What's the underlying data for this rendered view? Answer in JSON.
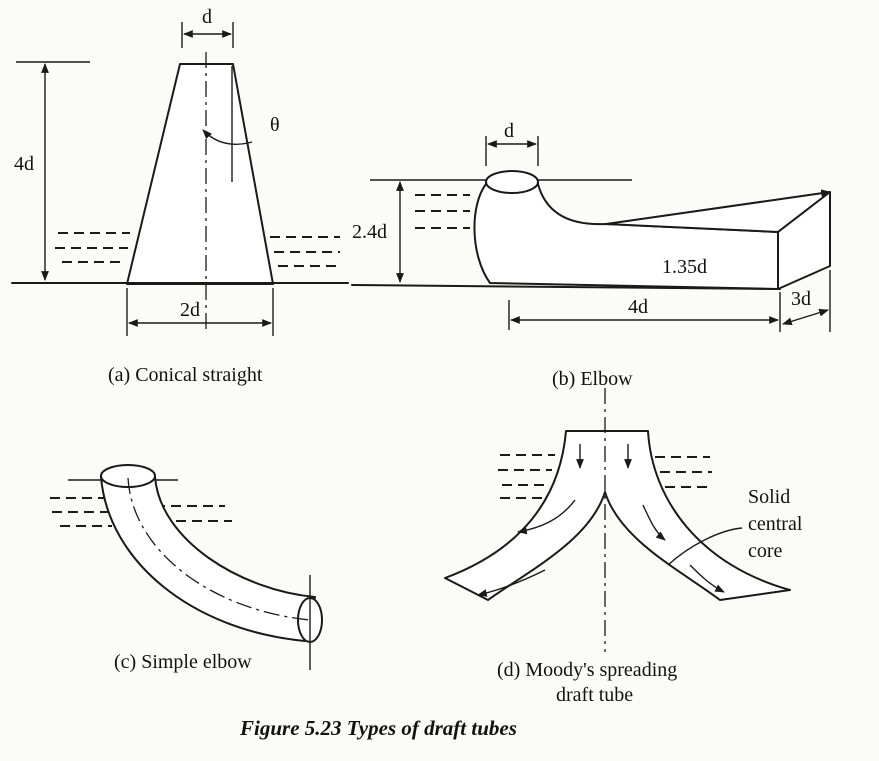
{
  "figure_title": "Figure 5.23 Types of draft tubes",
  "panels": {
    "a": {
      "caption": "(a) Conical straight",
      "labels": {
        "top_width": "d",
        "height": "4d",
        "angle": "θ",
        "bottom_width": "2d"
      }
    },
    "b": {
      "caption": "(b) Elbow",
      "labels": {
        "inlet": "d",
        "height": "2.4d",
        "depth": "1.35d",
        "length": "4d",
        "width": "3d"
      }
    },
    "c": {
      "caption": "(c) Simple elbow"
    },
    "d": {
      "caption_line1": "(d) Moody's spreading",
      "caption_line2": "draft tube",
      "core_label_line1": "Solid",
      "core_label_line2": "central",
      "core_label_line3": "core"
    }
  }
}
